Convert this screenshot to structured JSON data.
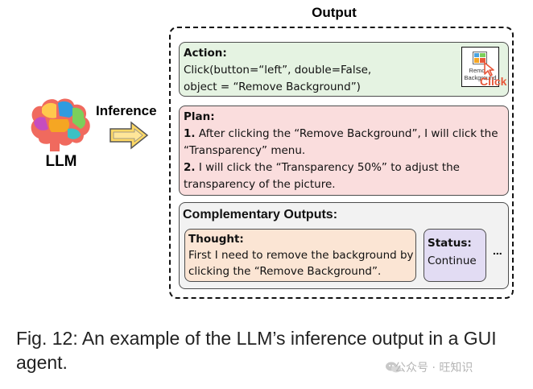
{
  "diagram": {
    "llm": {
      "label": "LLM",
      "icon": "brain-icon"
    },
    "inference": {
      "label": "Inference",
      "icon": "right-arrow-icon"
    },
    "output": {
      "title": "Output",
      "action": {
        "header": "Action:",
        "lines": [
          "Click(button=“left”, double=False,",
          "object = “Remove Background”)"
        ],
        "thumbnail": {
          "icon": "remove-background-icon",
          "caption_lines": [
            "Remove",
            "Background"
          ],
          "click_label": "Click",
          "cursor_icon": "cursor-icon"
        }
      },
      "plan": {
        "header": "Plan:",
        "steps": [
          {
            "number": "1.",
            "lines": [
              " After clicking the “Remove Background”, I will click the",
              "“Transparency” menu."
            ]
          },
          {
            "number": "2.",
            "lines": [
              " I will click the “Transparency 50%” to adjust the",
              "transparency of the picture."
            ]
          }
        ]
      },
      "complementary": {
        "title": "Complementary Outputs:",
        "thought": {
          "header": "Thought:",
          "lines": [
            "First I need to remove the background by",
            "clicking the “Remove Background”."
          ]
        },
        "status": {
          "header": "Status:",
          "value": "Continue"
        },
        "more": "..."
      }
    },
    "colors": {
      "action_bg": "#e5f3e2",
      "plan_bg": "#fadddd",
      "complementary_bg": "#f2f2f2",
      "thought_bg": "#fbe5d4",
      "status_bg": "#e2dcf3",
      "arrow_fill": "#ffd966",
      "click_accent": "#e8583a"
    }
  },
  "caption": {
    "lines": [
      "Fig. 12: An example of the LLM’s inference output in a GUI",
      "agent."
    ]
  },
  "watermark": {
    "text": "公众号 · 旺知识",
    "icon": "wechat-icon"
  }
}
